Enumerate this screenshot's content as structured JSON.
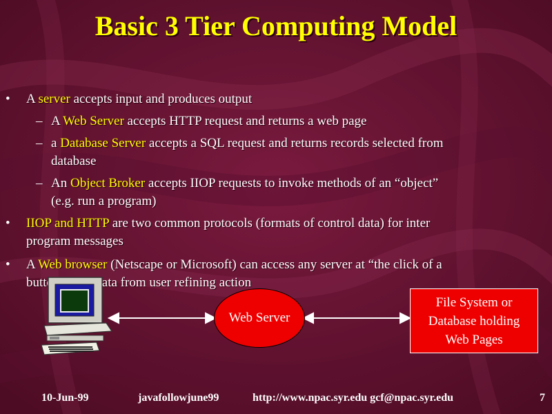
{
  "slide": {
    "title": "Basic 3 Tier Computing Model",
    "bullet1": {
      "prefix": "A ",
      "term": "server",
      "rest": " accepts input and produces output"
    },
    "sub1": {
      "prefix": "A ",
      "term": "Web Server",
      "rest": " accepts HTTP request and returns a web page"
    },
    "sub2": {
      "prefix": "a ",
      "term": "Database Server",
      "rest": " accepts a SQL request and returns records selected from",
      "line2": "database"
    },
    "sub3": {
      "prefix": "An ",
      "term": "Object Broker",
      "rest": " accepts IIOP requests to invoke methods of an “object”",
      "line2": "(e.g. run a program)"
    },
    "bullet2": {
      "term1": "IIOP",
      "mid": " and ",
      "term2": "HTTP",
      "rest": " are two common protocols (formats of control data) for inter",
      "line2": "program messages"
    },
    "bullet3": {
      "prefix": "A ",
      "term": "Web browser",
      "rest": " (Netscape or Microsoft) can access any server at “the click of a",
      "line2": "button” with data from user refining action"
    },
    "bullet_char": "•",
    "dash_char": "–"
  },
  "diagram": {
    "server_label": "Web Server",
    "fs_line1": "File System or",
    "fs_line2": "Database holding",
    "fs_line3": "Web Pages"
  },
  "footer": {
    "date": "10-Jun-99",
    "file": "javafollowjune99",
    "url": "http://www.npac.syr.edu gcf@npac.syr.edu",
    "page": "7"
  },
  "colors": {
    "background": "#6b1432",
    "highlight": "#ffff00",
    "box_fill": "#ee0000"
  }
}
